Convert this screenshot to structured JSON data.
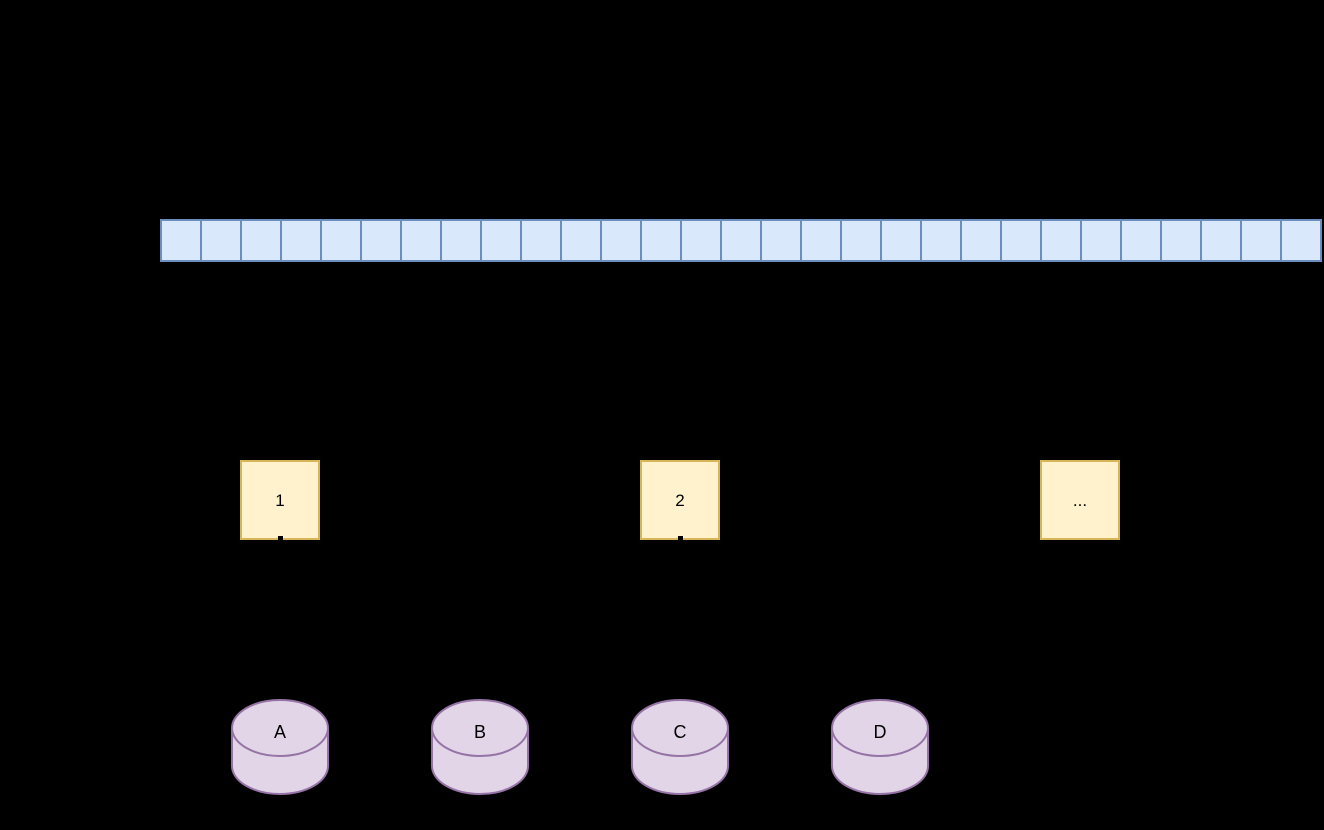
{
  "canvas": {
    "background": "#000000"
  },
  "colors": {
    "canvas-bg": "#000000",
    "bar-fill": "#dae8fc",
    "bar-stroke": "#6c8ebf",
    "node-fill": "#fff2cc",
    "node-stroke": "#d6b656",
    "db-fill": "#e1d5e7",
    "db-stroke": "#9673a6",
    "label": "#000000"
  },
  "keyspace_bar": {
    "cell_count": 29
  },
  "partition_nodes": {
    "items": [
      {
        "label": "1"
      },
      {
        "label": "2"
      },
      {
        "label": "..."
      }
    ]
  },
  "databases": {
    "items": [
      {
        "label": "A"
      },
      {
        "label": "B"
      },
      {
        "label": "C"
      },
      {
        "label": "D"
      }
    ]
  }
}
